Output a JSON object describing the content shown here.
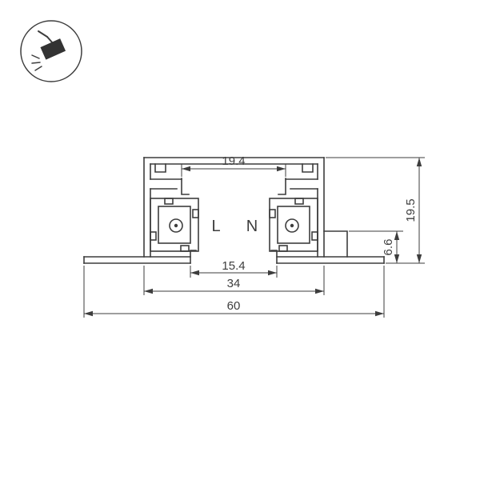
{
  "meta": {
    "background_color": "#ffffff",
    "line_color": "#3d3d3d",
    "text_color": "#3d3d3d"
  },
  "icon": {
    "name": "track-spotlight",
    "fill_color": "#333333"
  },
  "profile": {
    "live_label": "L",
    "neutral_label": "N"
  },
  "dimensions": {
    "inner_slot_width": "19.4",
    "bottom_opening_width": "15.4",
    "body_width": "34",
    "overall_width": "60",
    "overall_height": "19.5",
    "recess_depth": "6.6"
  }
}
